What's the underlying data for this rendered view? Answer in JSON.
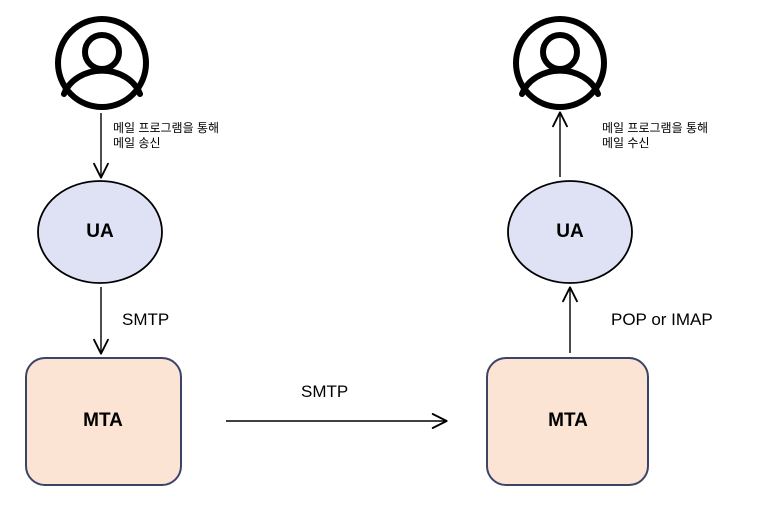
{
  "diagram": {
    "title": "Email delivery flow: sender UA/MTA to receiver MTA/UA",
    "background_color": "#ffffff",
    "colors": {
      "ua_fill": "#dee2f4",
      "ua_stroke": "#000000",
      "mta_fill": "#fce4d4",
      "mta_stroke": "#3b4468",
      "person_stroke": "#000000",
      "arrow_stroke": "#000000",
      "text": "#000000"
    },
    "sender": {
      "person": {
        "icon": "user-avatar-icon",
        "label": ""
      },
      "ua": {
        "label": "UA",
        "shape": "ellipse"
      },
      "mta": {
        "label": "MTA",
        "shape": "rounded-rectangle"
      },
      "person_to_ua_arrow": {
        "direction": "down",
        "label_line1": "메일 프로그램을 통해",
        "label_line2": "메일 송신"
      },
      "ua_to_mta_arrow": {
        "direction": "down",
        "label": "SMTP"
      }
    },
    "receiver": {
      "person": {
        "icon": "user-avatar-icon",
        "label": ""
      },
      "ua": {
        "label": "UA",
        "shape": "ellipse"
      },
      "mta": {
        "label": "MTA",
        "shape": "rounded-rectangle"
      },
      "ua_to_person_arrow": {
        "direction": "up",
        "label_line1": "메일 프로그램을 통해",
        "label_line2": "메일 수신"
      },
      "mta_to_ua_arrow": {
        "direction": "up",
        "label": "POP or IMAP"
      }
    },
    "transfer": {
      "mta_to_mta_arrow": {
        "direction": "right",
        "label": "SMTP"
      }
    }
  }
}
